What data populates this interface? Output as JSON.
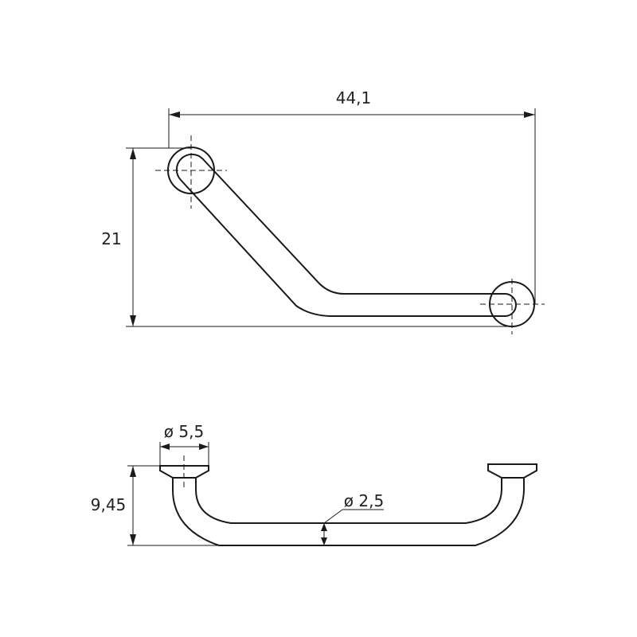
{
  "top_view": {
    "width_label": "44,1",
    "height_label": "21"
  },
  "side_view": {
    "flange_diameter_label": "ø 5,5",
    "height_label": "9,45",
    "tube_diameter_label": "ø 2,5"
  }
}
